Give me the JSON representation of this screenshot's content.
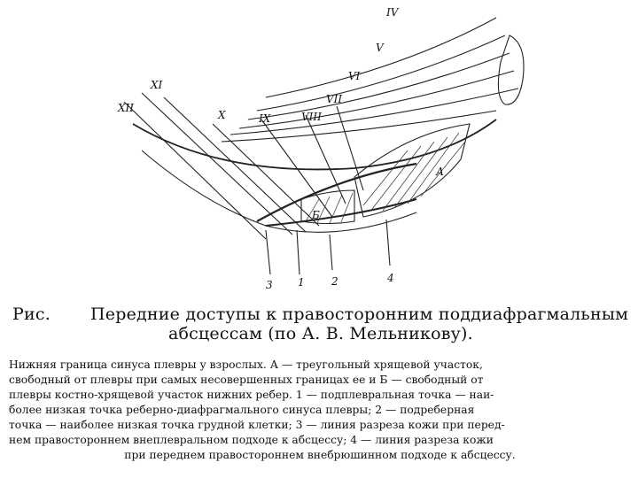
{
  "figure": {
    "rib_labels": [
      "IV",
      "V",
      "VI",
      "VII",
      "VIII",
      "IX",
      "X",
      "XI",
      "XII"
    ],
    "area_labels": [
      "А",
      "Б"
    ],
    "line_labels": [
      "3",
      "1",
      "2",
      "4"
    ]
  },
  "caption": {
    "label": "Рис.",
    "title_line1": "Передние доступы к правосторонним поддиафрагмальным",
    "title_line2": "абсцессам (по А. В. Мельникову)."
  },
  "legend": {
    "lines": [
      "Нижняя граница синуса плевры у взрослых. А — треугольный хрящевой участок,",
      "свободный от плевры при самых несовершенных границах ее и Б — свободный от",
      "плевры костно-хрящевой участок нижних ребер. 1 — подплевральная точка — наи-",
      "более низкая точка реберно-диафрагмального синуса плевры; 2 — подреберная",
      "точка — наиболее низкая точка грудной клетки; 3 — линия разреза кожи при перед-",
      "нем правостороннем внеплевральном подходе к абсцессу; 4 — линия разреза кожи",
      "при переднем правостороннем внебрюшинном подходе к абсцессу."
    ]
  }
}
